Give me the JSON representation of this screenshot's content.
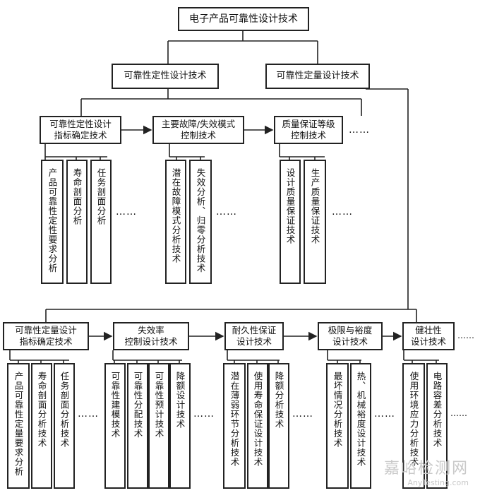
{
  "title": "电子产品可靠性设计技术",
  "qualitative": {
    "label": "可靠性定性设计技术",
    "groups": [
      {
        "label": "可靠性定性设计\n指标确定技术",
        "items": [
          "产品可靠性定性要求分析",
          "寿命剖面分析",
          "任务剖面分析"
        ]
      },
      {
        "label": "主要故障/失效模式\n控制技术",
        "items": [
          "潜在故障模式分析技术",
          "失效分析、归零分析技术"
        ]
      },
      {
        "label": "质量保证等级\n控制技术",
        "items": [
          "设计质量保证技术",
          "生产质量保证技术"
        ]
      }
    ]
  },
  "quantitative": {
    "label": "可靠性定量设计技术",
    "groups": [
      {
        "label": "可靠性定量设计\n指标确定技术",
        "items": [
          "产品可靠性定量要求分析",
          "寿命剖面分析技术",
          "任务剖面分析技术"
        ]
      },
      {
        "label": "失效率\n控制设计技术",
        "items": [
          "可靠性建模技术",
          "可靠性分配技术",
          "可靠性预计技术",
          "降额设计技术"
        ]
      },
      {
        "label": "耐久性保证\n设计技术",
        "items": [
          "潜在薄弱环节分析技术",
          "使用寿命保证设计技术",
          "降额分析技术"
        ]
      },
      {
        "label": "极限与裕度\n设计技术",
        "items": [
          "最坏情况分析技术",
          "热、机械裕度设计技术"
        ]
      },
      {
        "label": "健壮性\n设计技术",
        "items": [
          "使用环境应力分析技术",
          "电路容差分析技术"
        ]
      }
    ]
  },
  "ellipsis": "……",
  "watermark": {
    "cn": "嘉峪检测网",
    "en": "AnyTesting.com"
  }
}
